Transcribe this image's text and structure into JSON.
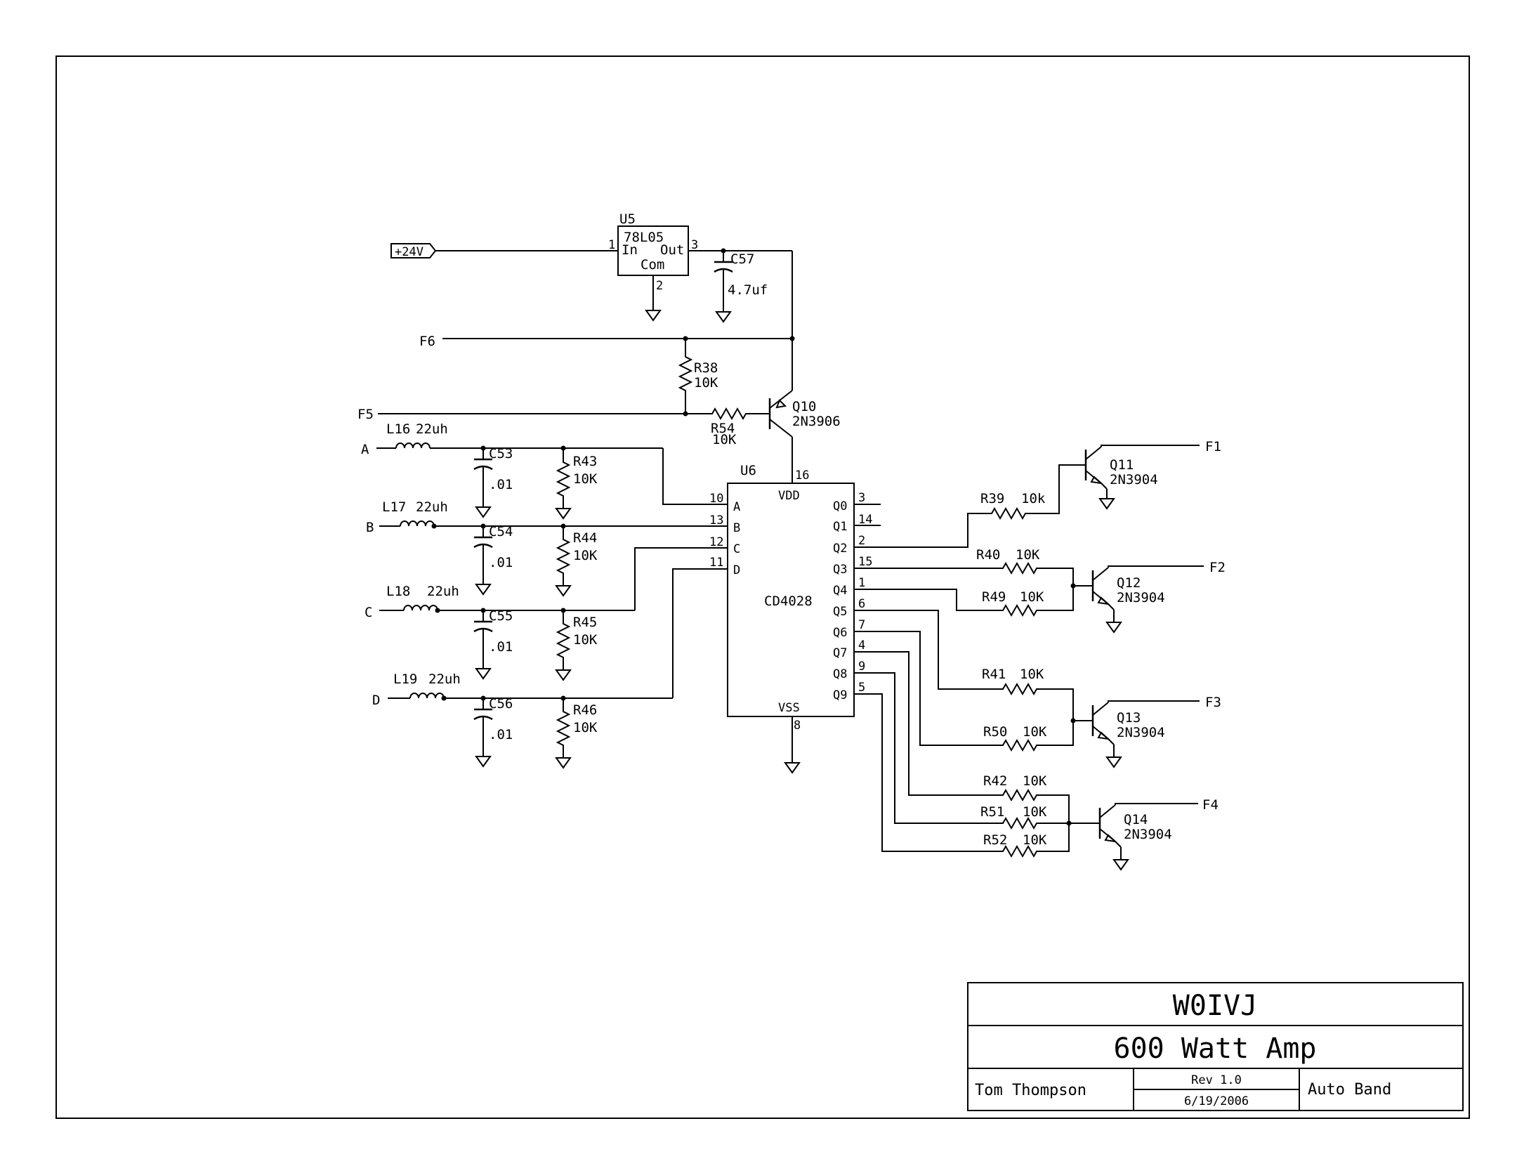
{
  "title_block": {
    "callsign": "W0IVJ",
    "project": "600 Watt Amp",
    "author": "Tom Thompson",
    "revision": "Rev 1.0",
    "date": "6/19/2006",
    "sheet_name": "Auto Band"
  },
  "power": {
    "input_label": "+24V",
    "regulator_ref": "U5",
    "regulator_part": "78L05",
    "reg_in": "In",
    "reg_out": "Out",
    "reg_com": "Com",
    "pin_in": "1",
    "pin_out": "3",
    "pin_com": "2",
    "cap_ref": "C57",
    "cap_value": "4.7uf"
  },
  "nets": {
    "f1": "F1",
    "f2": "F2",
    "f3": "F3",
    "f4": "F4",
    "f5": "F5",
    "f6": "F6",
    "a": "A",
    "b": "B",
    "c": "C",
    "d": "D"
  },
  "switch": {
    "q10_ref": "Q10",
    "q10_part": "2N3906",
    "r38_ref": "R38",
    "r38_val": "10K",
    "r54_ref": "R54",
    "r54_val": "10K"
  },
  "inputs": [
    {
      "l_ref": "L16",
      "l_val": "22uh",
      "c_ref": "C53",
      "c_val": ".01",
      "r_ref": "R43",
      "r_val": "10K"
    },
    {
      "l_ref": "L17",
      "l_val": "22uh",
      "c_ref": "C54",
      "c_val": ".01",
      "r_ref": "R44",
      "r_val": "10K"
    },
    {
      "l_ref": "L18",
      "l_val": "22uh",
      "c_ref": "C55",
      "c_val": ".01",
      "r_ref": "R45",
      "r_val": "10K"
    },
    {
      "l_ref": "L19",
      "l_val": "22uh",
      "c_ref": "C56",
      "c_val": ".01",
      "r_ref": "R46",
      "r_val": "10K"
    }
  ],
  "decoder": {
    "ref": "U6",
    "part": "CD4028",
    "vdd": "VDD",
    "vss": "VSS",
    "pin_vdd": "16",
    "pin_vss": "8",
    "in_labels": [
      "A",
      "B",
      "C",
      "D"
    ],
    "in_pins": [
      "10",
      "13",
      "12",
      "11"
    ],
    "out_labels": [
      "Q0",
      "Q1",
      "Q2",
      "Q3",
      "Q4",
      "Q5",
      "Q6",
      "Q7",
      "Q8",
      "Q9"
    ],
    "out_pins": [
      "3",
      "14",
      "2",
      "15",
      "1",
      "6",
      "7",
      "4",
      "9",
      "5"
    ]
  },
  "drivers": {
    "r39_ref": "R39",
    "r39_val": "10k",
    "r40_ref": "R40",
    "r40_val": "10K",
    "r49_ref": "R49",
    "r49_val": "10K",
    "r41_ref": "R41",
    "r41_val": "10K",
    "r50_ref": "R50",
    "r50_val": "10K",
    "r42_ref": "R42",
    "r42_val": "10K",
    "r51_ref": "R51",
    "r51_val": "10K",
    "r52_ref": "R52",
    "r52_val": "10K",
    "q11_ref": "Q11",
    "q11_part": "2N3904",
    "q12_ref": "Q12",
    "q12_part": "2N3904",
    "q13_ref": "Q13",
    "q13_part": "2N3904",
    "q14_ref": "Q14",
    "q14_part": "2N3904"
  }
}
